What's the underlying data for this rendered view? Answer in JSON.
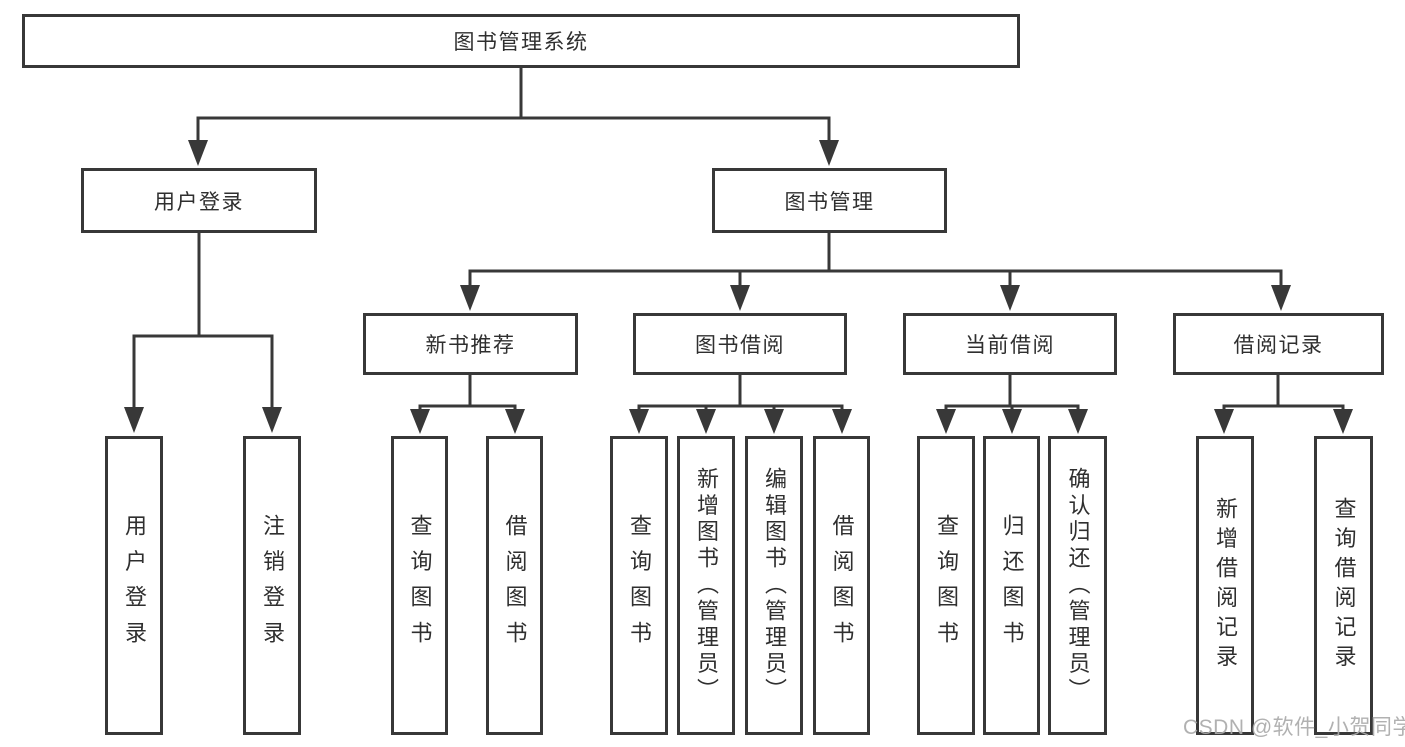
{
  "tree": {
    "label": "图书管理系统",
    "children": [
      {
        "label": "用户登录",
        "children": [
          {
            "label": "用户登录"
          },
          {
            "label": "注销登录"
          }
        ]
      },
      {
        "label": "图书管理",
        "children": [
          {
            "label": "新书推荐",
            "children": [
              {
                "label": "查询图书"
              },
              {
                "label": "借阅图书"
              }
            ]
          },
          {
            "label": "图书借阅",
            "children": [
              {
                "label": "查询图书"
              },
              {
                "label": "新增图书（管理员）"
              },
              {
                "label": "编辑图书（管理员）"
              },
              {
                "label": "借阅图书"
              }
            ]
          },
          {
            "label": "当前借阅",
            "children": [
              {
                "label": "查询图书"
              },
              {
                "label": "归还图书"
              },
              {
                "label": "确认归还（管理员）"
              }
            ]
          },
          {
            "label": "借阅记录",
            "children": [
              {
                "label": "新增借阅记录"
              },
              {
                "label": "查询借阅记录"
              }
            ]
          }
        ]
      }
    ]
  },
  "watermark": "CSDN @软件_小贺同学",
  "colors": {
    "line": "#383838",
    "text": "#2f2f2f",
    "background": "#ffffff",
    "watermark": "#ababab"
  }
}
